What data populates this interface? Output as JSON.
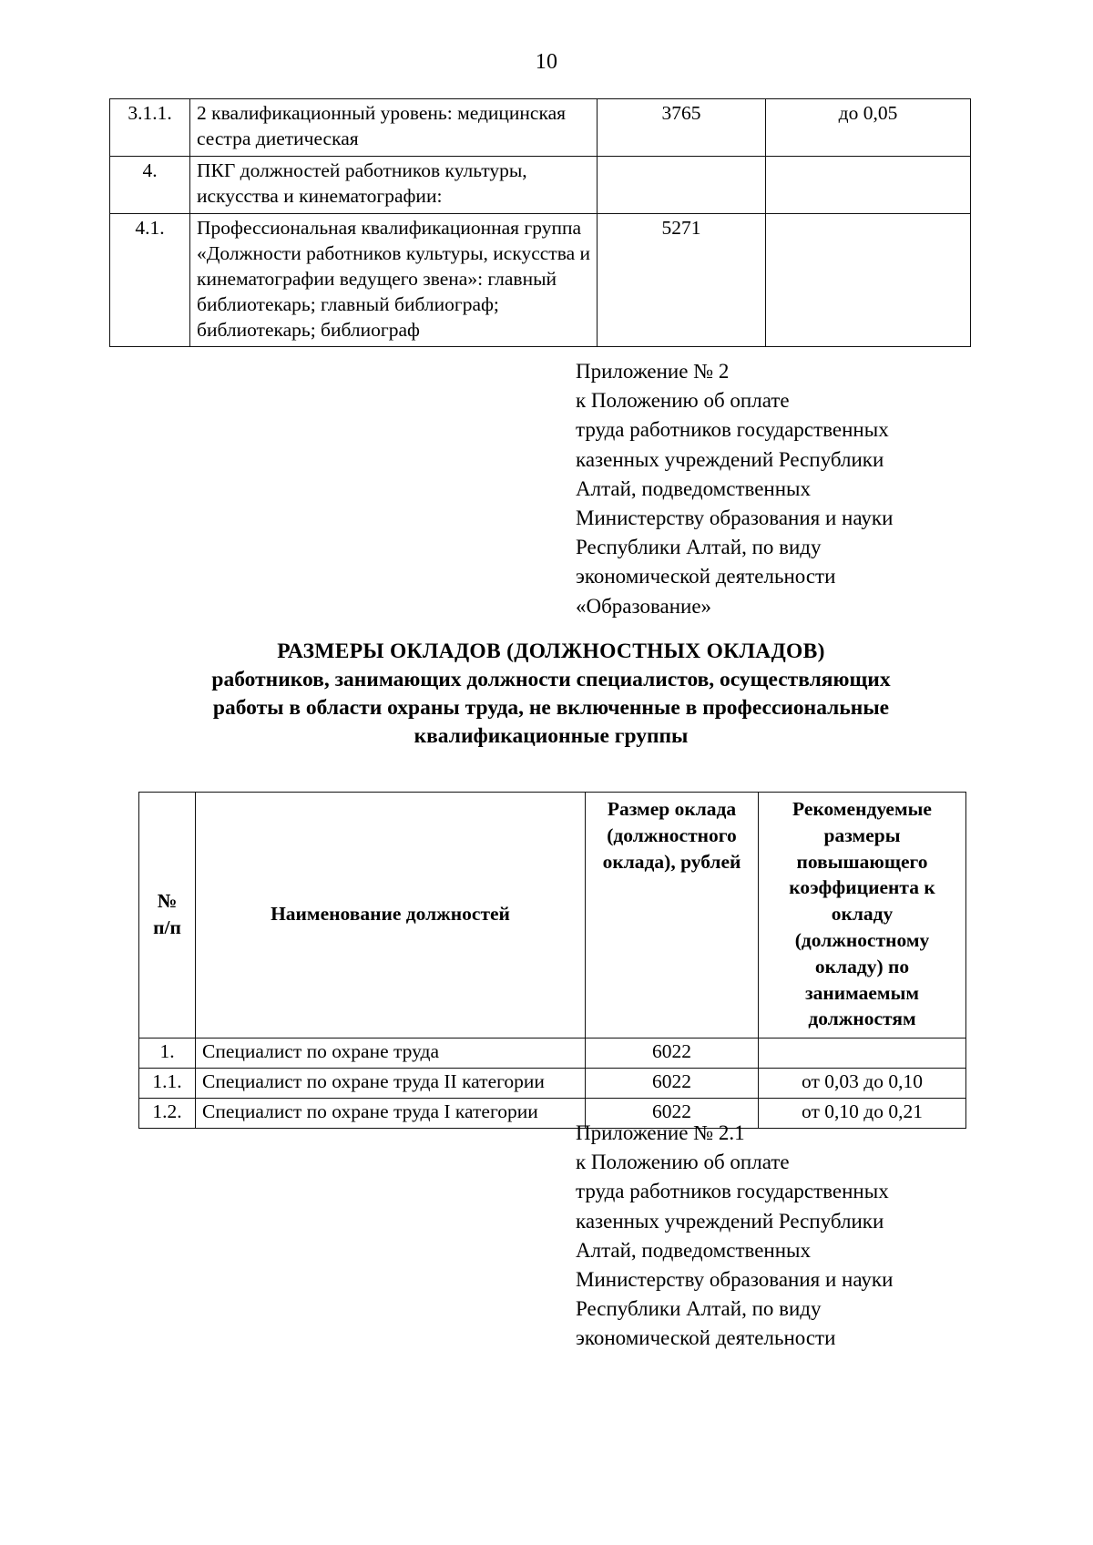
{
  "page": {
    "number": "10"
  },
  "continued_table": {
    "rows": [
      {
        "num": "3.1.1.",
        "title": "2 квалификационный уровень: медицинская сестра диетическая",
        "salary": "3765",
        "coefficient": "до 0,05"
      },
      {
        "num": "4.",
        "title": "ПКГ должностей работников культуры, искусства и кинематографии:",
        "salary": "",
        "coefficient": ""
      },
      {
        "num": "4.1.",
        "title": "Профессиональная квалификационная группа «Должности работников культуры, искусства и кинематографии ведущего звена»: главный библиотекарь; главный библиограф; библиотекарь; библиограф",
        "salary": "5271",
        "coefficient": ""
      }
    ]
  },
  "appendix_2": {
    "lines": [
      "Приложение № 2",
      "к Положению об оплате",
      "труда работников государственных",
      "казенных учреждений Республики",
      "Алтай, подведомственных",
      "Министерству образования и науки",
      "Республики Алтай, по виду",
      "экономической деятельности",
      "«Образование»"
    ]
  },
  "heading": {
    "line1": "РАЗМЕРЫ ОКЛАДОВ (ДОЛЖНОСТНЫХ ОКЛАДОВ)",
    "line2": "работников, занимающих должности специалистов, осуществляющих",
    "line3": "работы в области охраны труда, не включенные в профессиональные",
    "line4": "квалификационные группы"
  },
  "salary_table": {
    "headers": {
      "num": "№\nп/п",
      "num_line1": "№",
      "num_line2": "п/п",
      "name": "Наименование должностей",
      "salary_line1": "Размер оклада",
      "salary_line2": "(должностного",
      "salary_line3": "оклада), рублей",
      "coef_line1": "Рекомендуемые",
      "coef_line2": "размеры",
      "coef_line3": "повышающего",
      "coef_line4": "коэффициента к",
      "coef_line5": "окладу",
      "coef_line6": "(должностному",
      "coef_line7": "окладу) по",
      "coef_line8": "занимаемым",
      "coef_line9": "должностям"
    },
    "rows": [
      {
        "num": "1.",
        "name": "Специалист по охране труда",
        "salary": "6022",
        "coefficient": ""
      },
      {
        "num": "1.1.",
        "name": "Специалист по охране труда II категории",
        "salary": "6022",
        "coefficient": "от 0,03 до 0,10"
      },
      {
        "num": "1.2.",
        "name": "Специалист по охране труда I категории",
        "salary": "6022",
        "coefficient": "от 0,10 до 0,21"
      }
    ]
  },
  "appendix_2_1": {
    "lines": [
      "Приложение № 2.1",
      "к Положению об оплате",
      "труда работников государственных",
      "казенных учреждений Республики",
      "Алтай, подведомственных",
      "Министерству образования и науки",
      "Республики Алтай, по виду",
      "экономической деятельности"
    ]
  }
}
